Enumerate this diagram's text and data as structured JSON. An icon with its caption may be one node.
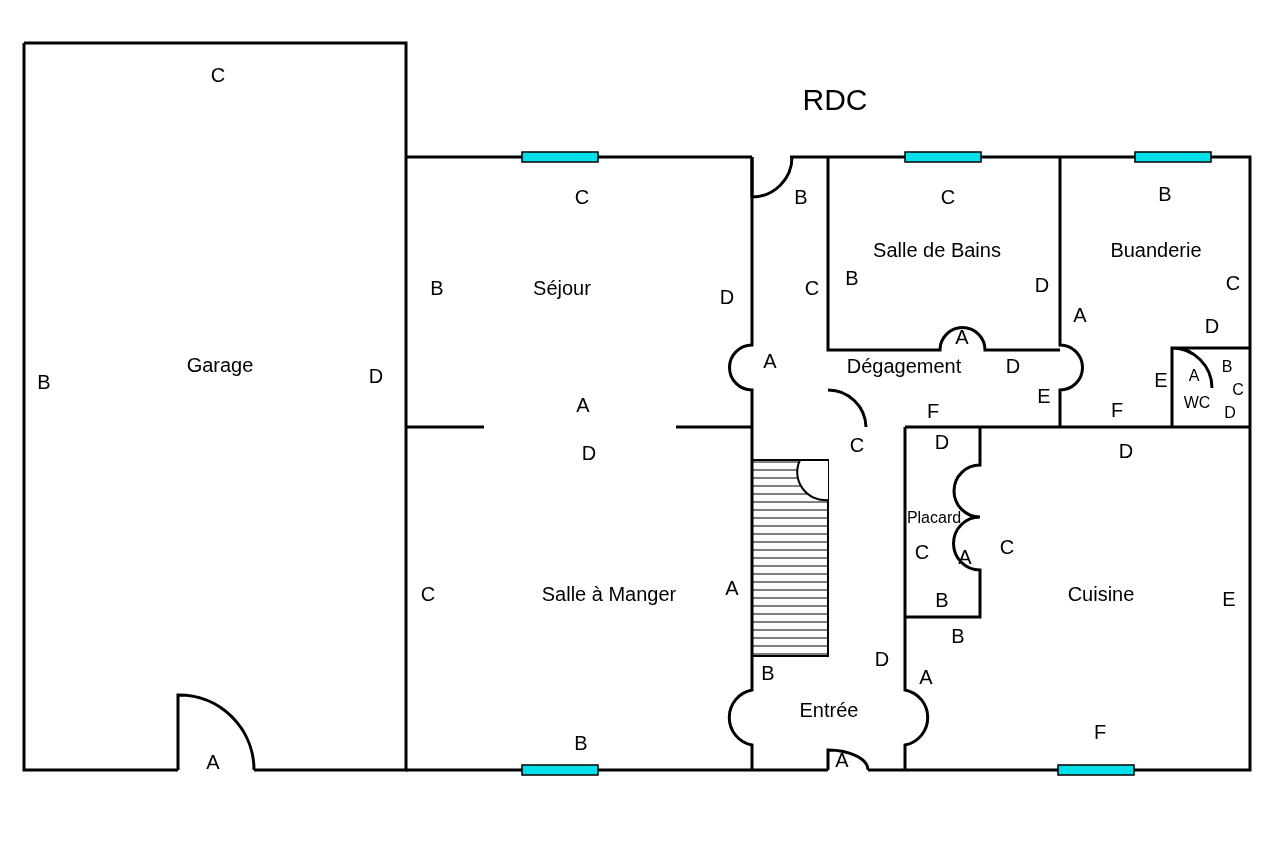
{
  "diagram": {
    "title": "RDC",
    "labels": [
      "C",
      "C",
      "B",
      "C",
      "B",
      "Salle de Bains",
      "Buanderie",
      "B",
      "Séjour",
      "D",
      "C",
      "B",
      "D",
      "C",
      "A",
      "A",
      "D",
      "B",
      "Garage",
      "D",
      "A",
      "Dégagement",
      "D",
      "E",
      "A",
      "B",
      "A",
      "F",
      "E",
      "F",
      "WC",
      "C",
      "D",
      "C",
      "D",
      "D",
      "D",
      "Placard",
      "C",
      "A",
      "C",
      "C",
      "Salle à Manger",
      "A",
      "B",
      "Cuisine",
      "E",
      "B",
      "B",
      "D",
      "A",
      "Entrée",
      "A",
      "B",
      "A",
      "F"
    ]
  }
}
